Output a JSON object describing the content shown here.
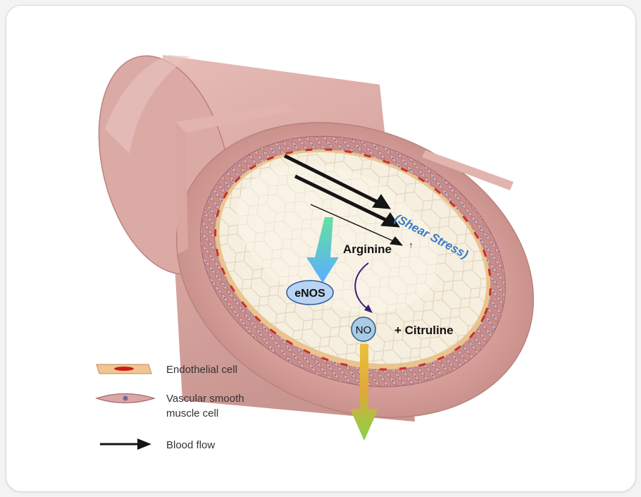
{
  "diagram": {
    "labels": {
      "shear_stress": "(Shear Stress)",
      "arginine": "Arginine",
      "enos": "eNOS",
      "no": "NO",
      "citruline": "+ Citruline"
    },
    "legend": [
      {
        "icon": "endothelial-cell-icon",
        "label": "Endothelial cell"
      },
      {
        "icon": "smooth-muscle-cell-icon",
        "label_line1": "Vascular smooth",
        "label_line2": "muscle cell"
      },
      {
        "icon": "blood-flow-arrow-icon",
        "label": "Blood flow"
      }
    ],
    "colors": {
      "vessel_outer": "#dba9a5",
      "vessel_dark": "#b77f7b",
      "lumen": "#f6efdf",
      "shear_text": "#3a7ac8",
      "enos_fill": "#b9d4f2",
      "no_fill": "#a9cce6",
      "curved_arrow": "#3a1f7a"
    }
  }
}
